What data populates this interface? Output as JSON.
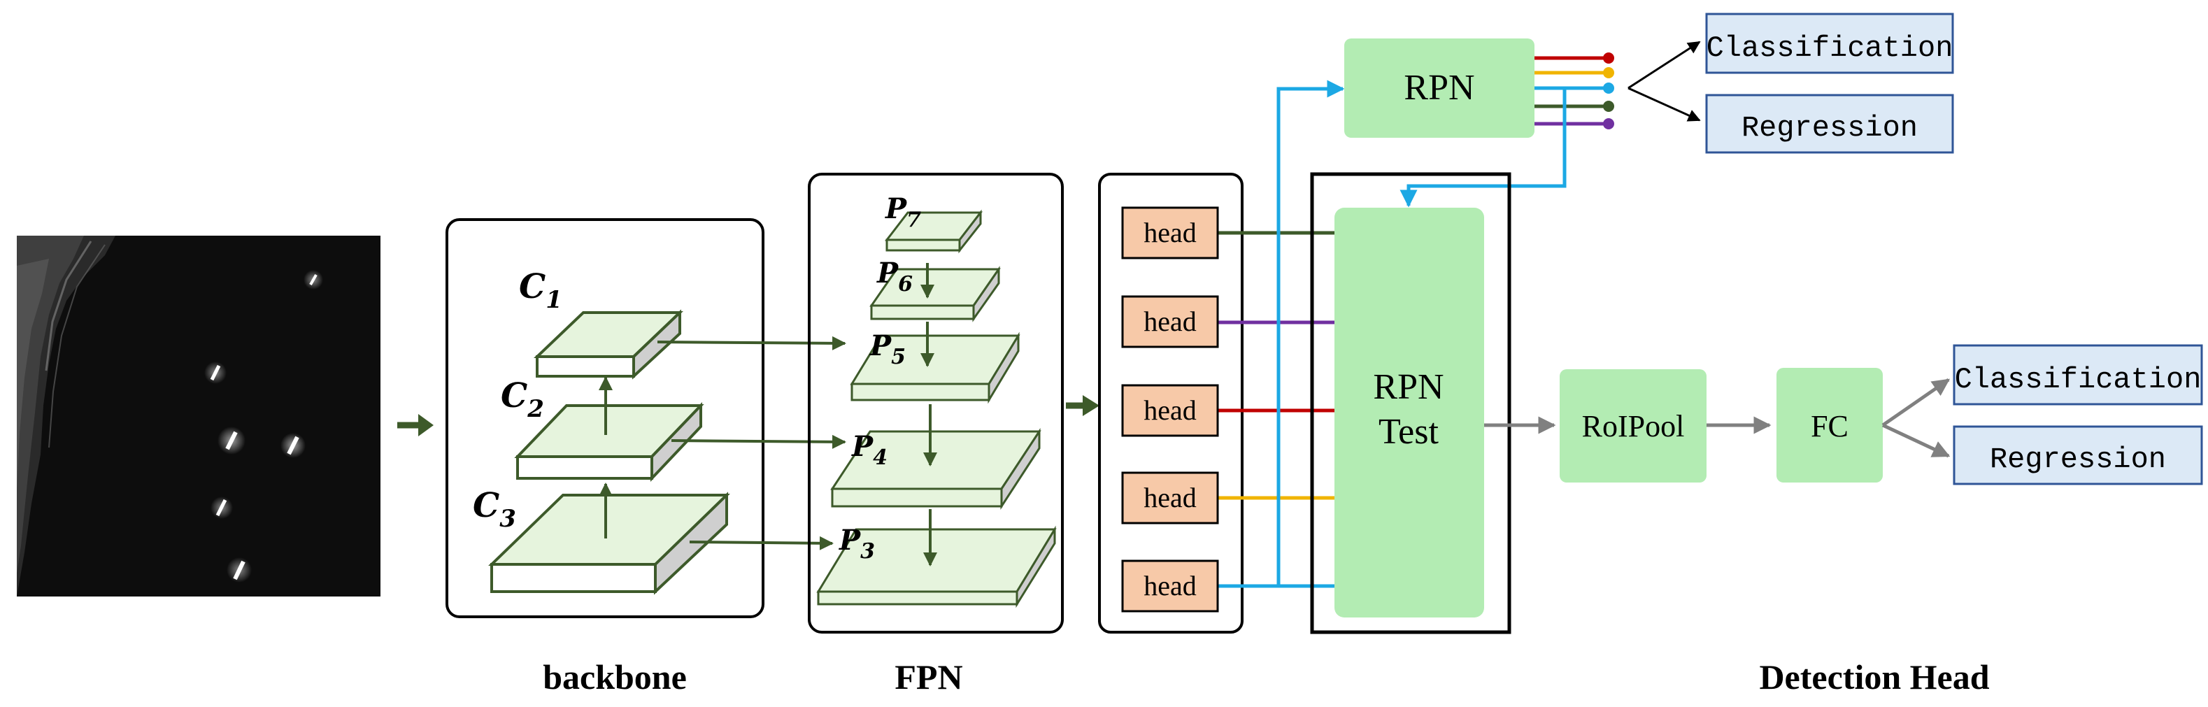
{
  "sections": {
    "backbone": "backbone",
    "fpn": "FPN",
    "detection_head": "Detection Head"
  },
  "backbone": {
    "layers": [
      {
        "name": "C",
        "sub": "1"
      },
      {
        "name": "C",
        "sub": "2"
      },
      {
        "name": "C",
        "sub": "3"
      }
    ]
  },
  "fpn": {
    "levels": [
      {
        "name": "P",
        "sub": "7"
      },
      {
        "name": "P",
        "sub": "6"
      },
      {
        "name": "P",
        "sub": "5"
      },
      {
        "name": "P",
        "sub": "4"
      },
      {
        "name": "P",
        "sub": "3"
      }
    ]
  },
  "heads": [
    "head",
    "head",
    "head",
    "head",
    "head"
  ],
  "rpn": {
    "label": "RPN"
  },
  "rpn_test": {
    "line1": "RPN",
    "line2": "Test"
  },
  "rpn_outputs": {
    "classification": "Classification",
    "regression": "Regression"
  },
  "roi": {
    "pool": "RoIPool",
    "fc": "FC"
  },
  "final_outputs": {
    "classification": "Classification",
    "regression": "Regression"
  },
  "colors": {
    "dark_green": "#3d5a2a",
    "box_green": "#b3ecb3",
    "layer_fill": "#e6f4dd",
    "head_fill": "#f7c9a8",
    "output_fill": "#dce9f6",
    "red": "#c00000",
    "yellow": "#f0b400",
    "cyan": "#1ca8e4",
    "purple": "#7030a0",
    "gray": "#808080"
  }
}
